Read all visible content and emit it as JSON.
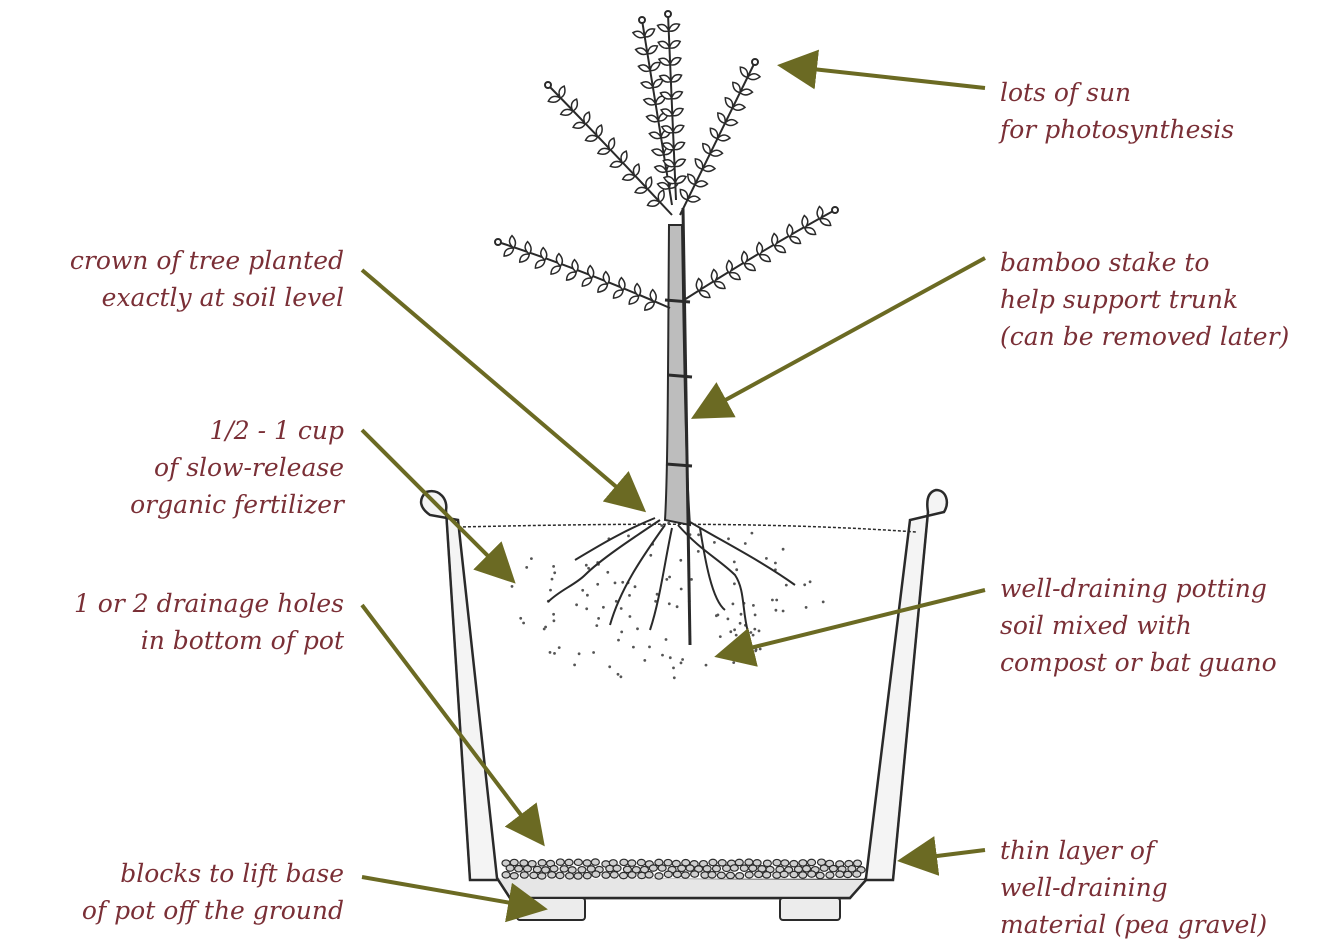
{
  "colors": {
    "label_text": "#7a2f36",
    "arrow": "#6b6a23",
    "ink": "#2a2a2a",
    "soil_speck": "#555555",
    "pot_shade": "#e6e6e6"
  },
  "labels": {
    "sun": [
      "lots of sun",
      "for photosynthesis"
    ],
    "crown": [
      "crown of tree planted",
      "exactly at soil level"
    ],
    "stake": [
      "bamboo stake to",
      "help support trunk",
      "(can be removed later)"
    ],
    "fertilizer": [
      "1/2 - 1 cup",
      "of slow-release",
      "organic fertilizer"
    ],
    "drainage": [
      "1 or 2 drainage holes",
      "in bottom of pot"
    ],
    "soil": [
      "well-draining potting",
      "soil mixed with",
      "compost or bat guano"
    ],
    "blocks": [
      "blocks to lift base",
      "of pot off the ground"
    ],
    "gravel": [
      "thin layer of",
      "well-draining",
      "material (pea gravel)"
    ]
  }
}
